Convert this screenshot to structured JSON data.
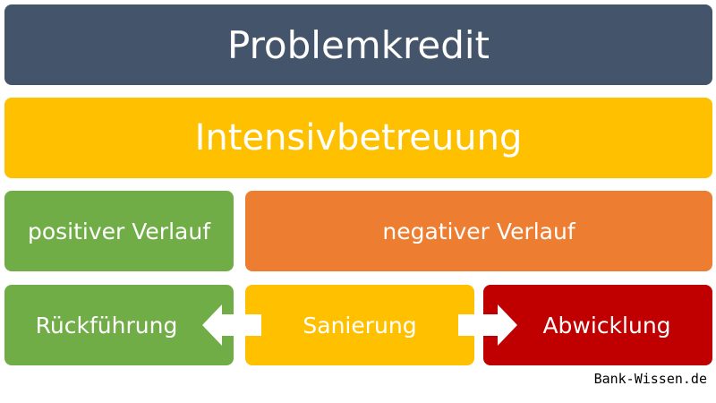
{
  "colors": {
    "top": "#44546a",
    "intensiv": "#ffc000",
    "positiv": "#70ad47",
    "negativ": "#ed7d31",
    "sanierung": "#ffc000",
    "abwicklung": "#c00000",
    "arrow": "#ffffff"
  },
  "diagram": {
    "top": "Problemkredit",
    "second": "Intensivbetreuung",
    "positive": "positiver Verlauf",
    "negative": "negativer Verlauf",
    "return": "Rückführung",
    "restructure": "Sanierung",
    "liquidation": "Abwicklung"
  },
  "source": "Bank-Wissen.de",
  "icons": {
    "left": "arrow-left-icon",
    "right": "arrow-right-icon"
  }
}
